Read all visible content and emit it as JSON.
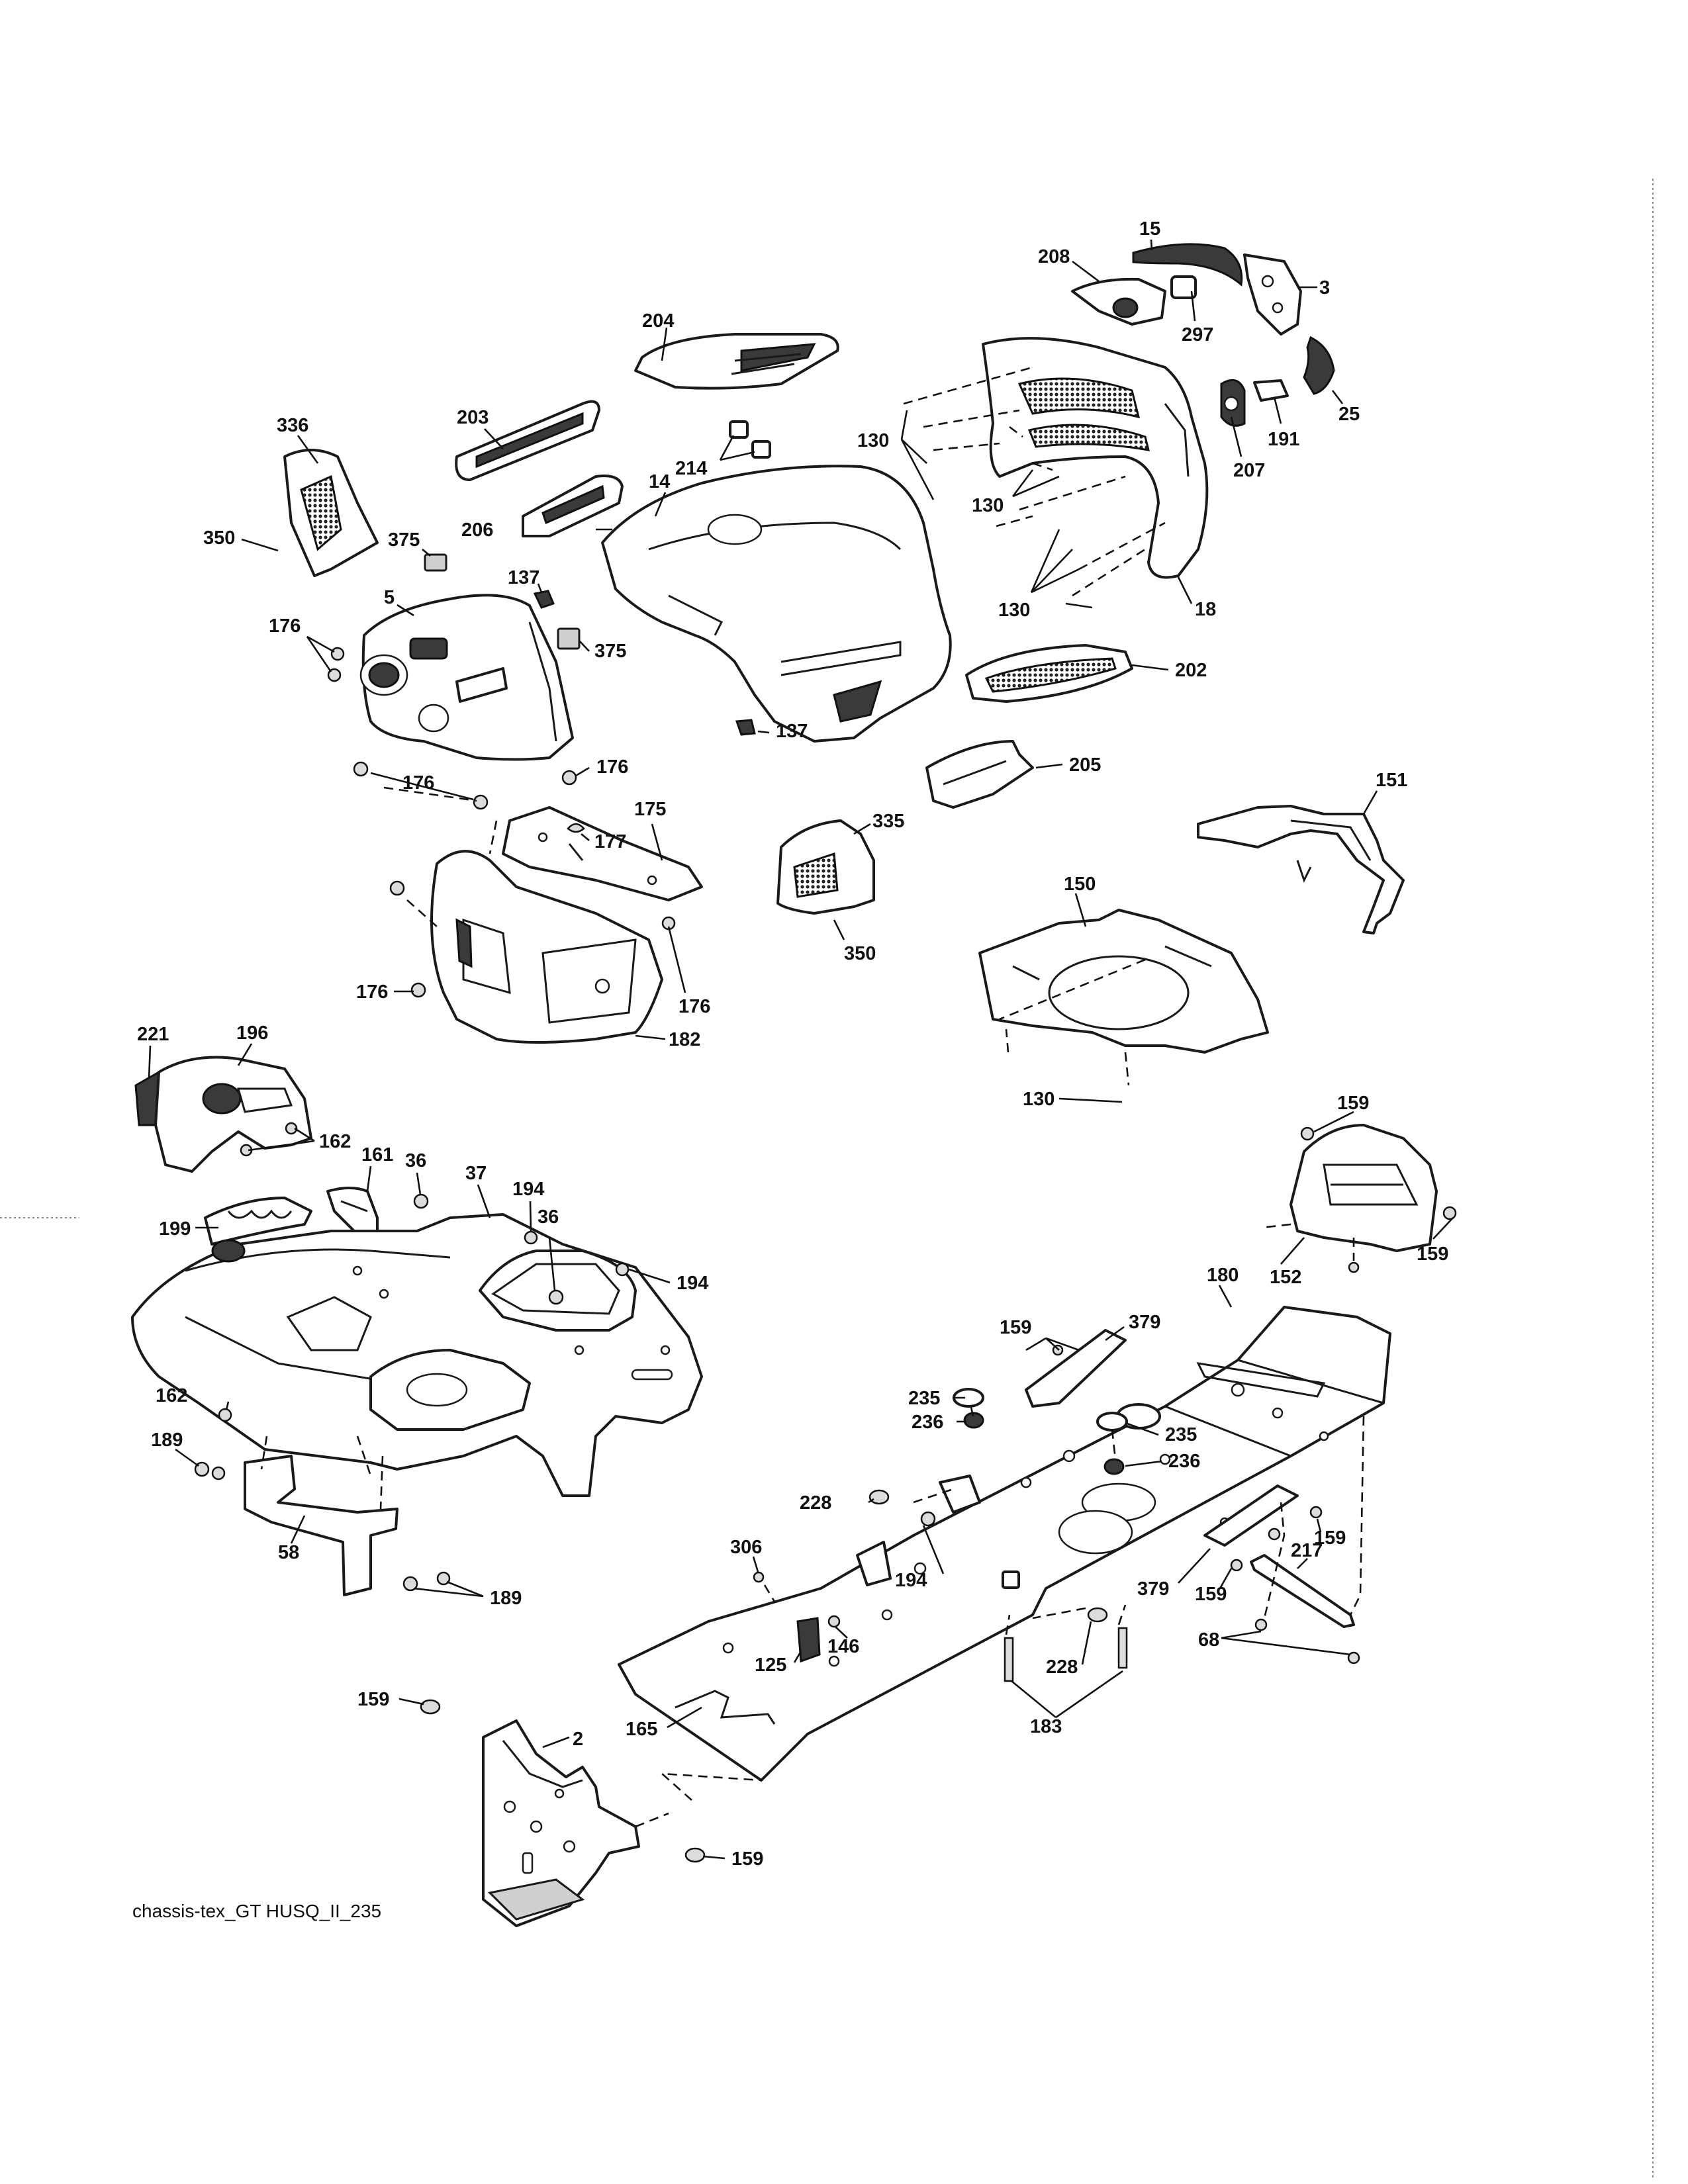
{
  "caption": "chassis-tex_GT HUSQ_II_235",
  "labels": {
    "l15": "15",
    "l208": "208",
    "l3": "3",
    "l297": "297",
    "l25": "25",
    "l191": "191",
    "l207": "207",
    "l204": "204",
    "l203": "203",
    "l214": "214",
    "l14": "14",
    "l130a": "130",
    "l130b": "130",
    "l130c": "130",
    "l18": "18",
    "l336": "336",
    "l350a": "350",
    "l375a": "375",
    "l206": "206",
    "l137a": "137",
    "l5": "5",
    "l176a": "176",
    "l375b": "375",
    "l202": "202",
    "l137b": "137",
    "l205": "205",
    "l176b": "176",
    "l176c": "176",
    "l175": "175",
    "l177": "177",
    "l335": "335",
    "l151": "151",
    "l150": "150",
    "l350b": "350",
    "l176d": "176",
    "l176e": "176",
    "l182": "182",
    "l130d": "130",
    "l221": "221",
    "l196": "196",
    "l162a": "162",
    "l161": "161",
    "l36a": "36",
    "l37": "37",
    "l194a": "194",
    "l36b": "36",
    "l194b": "194",
    "l199": "199",
    "l159a": "159",
    "l159b": "159",
    "l152": "152",
    "l180": "180",
    "l159c": "159",
    "l379a": "379",
    "l235a": "235",
    "l236a": "236",
    "l235b": "235",
    "l236b": "236",
    "l162b": "162",
    "l189a": "189",
    "l228a": "228",
    "l306": "306",
    "l194c": "194",
    "l159d": "159",
    "l217": "217",
    "l379b": "379",
    "l159e": "159",
    "l58": "58",
    "l189b": "189",
    "l125": "125",
    "l146": "146",
    "l228b": "228",
    "l68": "68",
    "l159f": "159",
    "l2": "2",
    "l165": "165",
    "l183": "183",
    "l159g": "159"
  }
}
